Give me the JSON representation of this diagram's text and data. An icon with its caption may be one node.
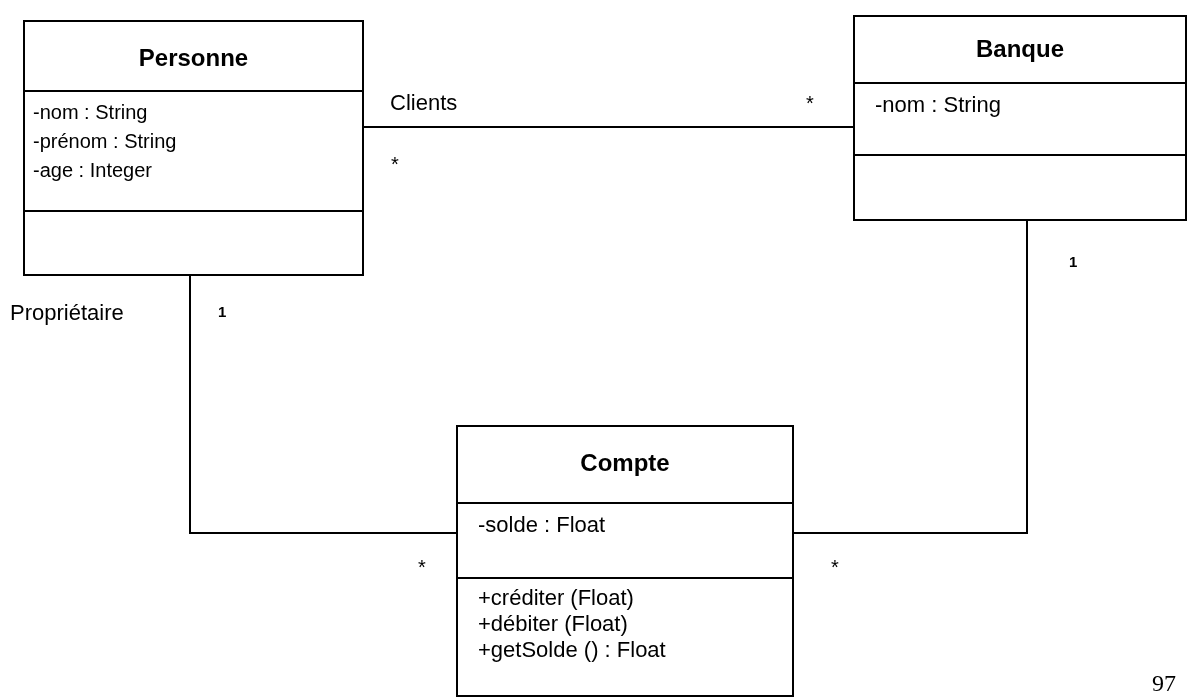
{
  "diagram": {
    "nodes": [
      {
        "text": [
          "Personne"
        ]
      },
      {
        "text": [
          "-nom : String",
          "-prénom : String",
          "-age : Integer"
        ],
        "in": 0
      },
      {
        "text": [],
        "shape": "box",
        "in": 0
      },
      {
        "text": [
          "Banque"
        ]
      },
      {
        "text": [
          "-nom : String"
        ],
        "in": 3
      },
      {
        "text": [],
        "shape": "box",
        "in": 3
      },
      {
        "text": [
          "Compte"
        ]
      },
      {
        "text": [
          "-solde : Float"
        ],
        "in": 6
      },
      {
        "text": [
          "+créditer (Float)",
          "+débiter (Float)",
          "+getSolde () : Float"
        ],
        "in": 6
      }
    ],
    "edges": [
      {
        "from": 0,
        "to": 3,
        "arrow": "none",
        "label": "Clients"
      },
      {
        "from": 0,
        "to": 6,
        "arrow": "none",
        "label": "Propriétaire"
      },
      {
        "from": 3,
        "to": 6,
        "arrow": "none"
      }
    ],
    "labels": [
      "*",
      "*",
      "1",
      "1",
      "*",
      "*",
      "97"
    ]
  }
}
